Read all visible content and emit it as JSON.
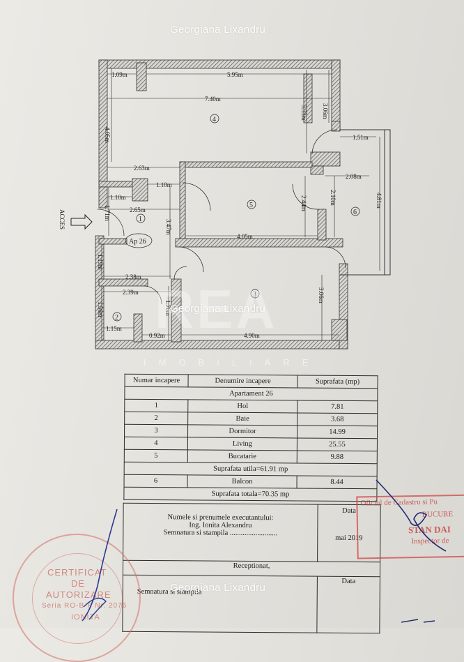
{
  "watermark": {
    "author": "Georgiana Lixandru",
    "brand": "IMOBILIARE",
    "brand_big": "REA"
  },
  "plan": {
    "access_label": "ACCES",
    "apartment_tag": "Ap 26",
    "rooms": [
      "1",
      "2",
      "3",
      "4",
      "5",
      "6"
    ],
    "dims": {
      "d1_09": "1.09m",
      "d5_95": "5.95m",
      "d7_40": "7.40m",
      "d4_05v": "4.05m",
      "d3_33": "3.33m",
      "d3_06a": "3.06m",
      "d1_51": "1.51m",
      "d2_63": "2.63m",
      "d1_10a": "1.10m",
      "d2_08": "2.08m",
      "d1_10b": "1.10m",
      "d2_65": "2.65m",
      "d2_44": "2.44m",
      "d2_10": "2.10m",
      "d4_81": "4.81m",
      "d1_71": "1.71m",
      "d3_47": "3.47m",
      "d4_05h": "4.05m",
      "d1_19": "1.19m",
      "d2_38": "2.38m",
      "d2_39": "2.39m",
      "d1_56": "1.56m",
      "d1_15": "1.15m",
      "d1_76": "1.76m",
      "d3_06b": "3.06m",
      "d0_92": "0.92m",
      "d4_90": "4.90m"
    }
  },
  "table": {
    "headers": [
      "Numar incapere",
      "Denumire incapere",
      "Suprafata (mp)"
    ],
    "apartment": "Apartament 26",
    "rows": [
      {
        "nr": "1",
        "name": "Hol",
        "area": "7.81"
      },
      {
        "nr": "2",
        "name": "Baie",
        "area": "3.68"
      },
      {
        "nr": "3",
        "name": "Dormitor",
        "area": "14.99"
      },
      {
        "nr": "4",
        "name": "Living",
        "area": "25.55"
      },
      {
        "nr": "5",
        "name": "Bucatarie",
        "area": "9.88"
      }
    ],
    "useful_total": "Suprafata utila=61.91 mp",
    "balcony": {
      "nr": "6",
      "name": "Balcon",
      "area": "8.44"
    },
    "total": "Suprafata totala=70.35 mp"
  },
  "signature_block": {
    "executor_label": "Numele si prenumele executantului:",
    "executor_name": "Ing. Ionita Alexandru",
    "signature_label": "Semnatura si stampila ..........................",
    "date_label": "Data",
    "date_value": "mai 2019",
    "received_label": "Receptionat,",
    "signature_label2": "Semnatura si stampila",
    "date_label2": "Data"
  },
  "stamps": {
    "cert_lines": [
      "CERTIFICAT",
      "DE",
      "AUTORIZARE",
      "Seria RO-B-F Nr. 2076",
      "IONITA"
    ],
    "oficiu_lines": [
      "Oficiul de Cadastru si Pu",
      "BUCURE",
      "STAN DAI",
      "Inspector de"
    ]
  },
  "colors": {
    "wall_hatch": "#6a6a6a",
    "stamp_red": "#d04545",
    "ink_blue": "#2b3a8f"
  }
}
